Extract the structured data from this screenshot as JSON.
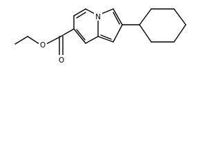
{
  "molecule": {
    "atom_labels": {
      "nitrogen": "N",
      "carbonyl_oxygen": "O",
      "ester_oxygen": "O"
    }
  }
}
